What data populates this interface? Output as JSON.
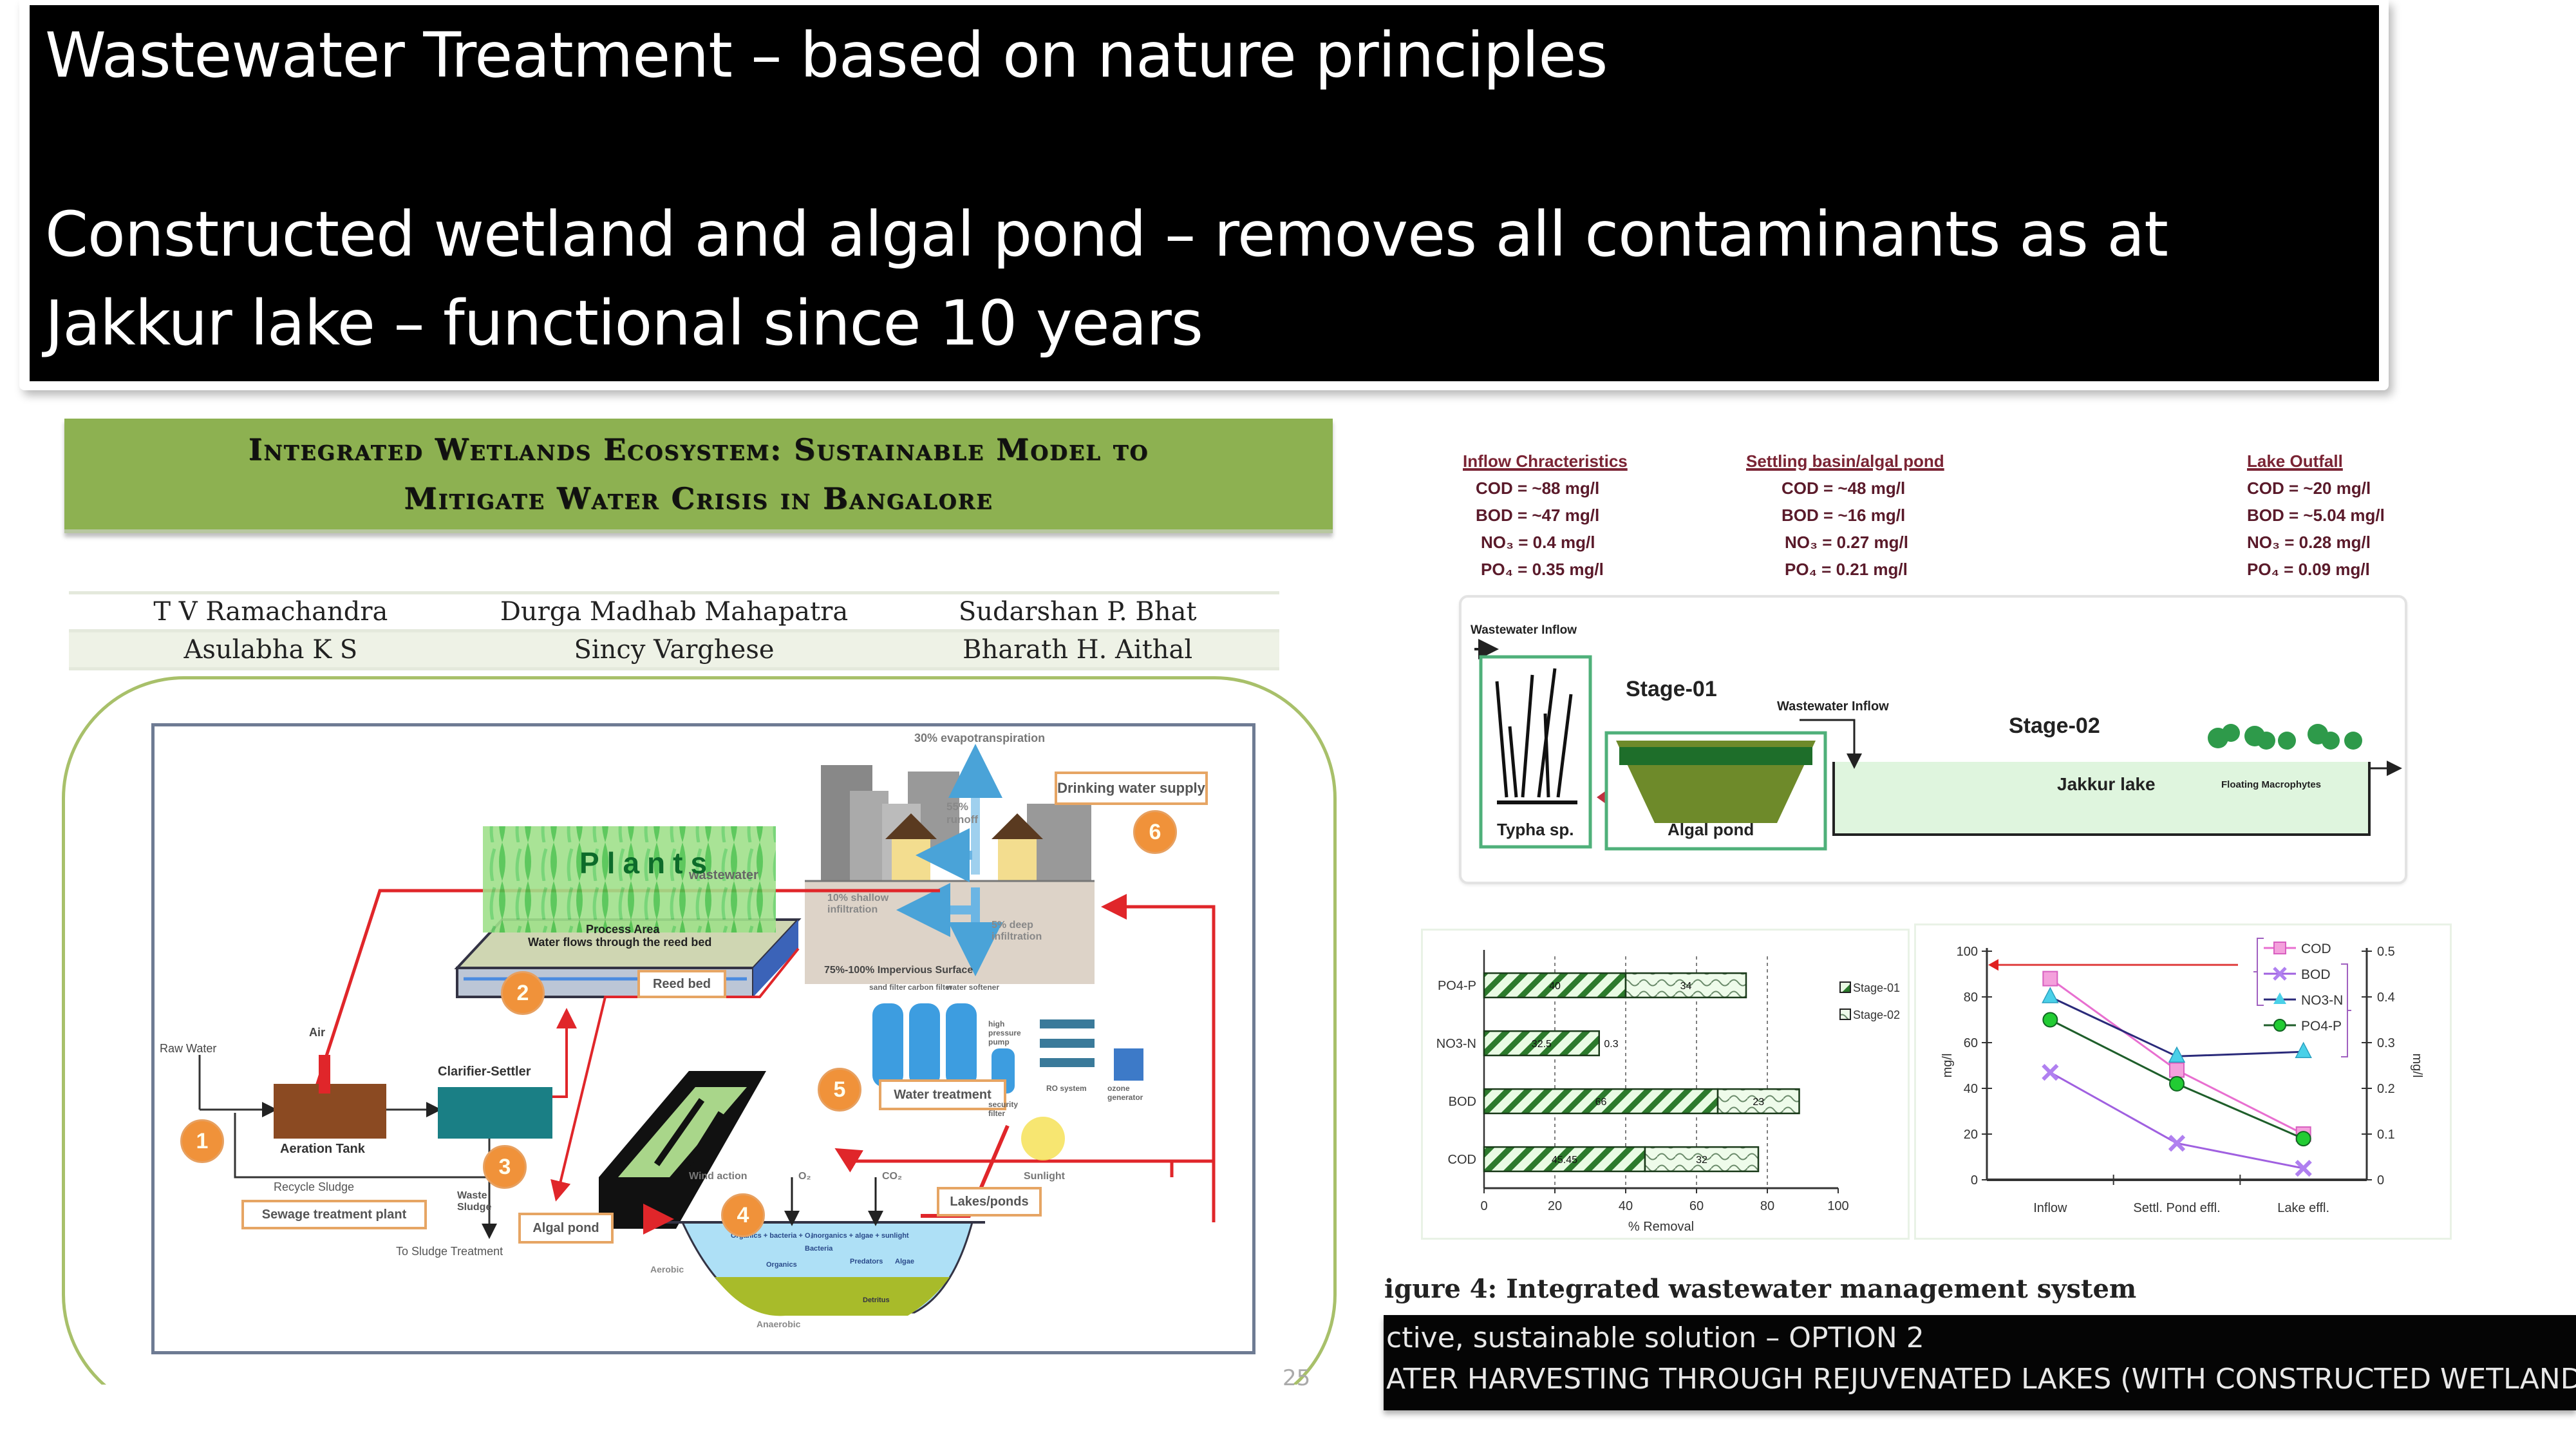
{
  "header": {
    "line1": "Wastewater Treatment – based on nature principles",
    "line2": "Constructed wetland and algal pond – removes all contaminants as at",
    "line3": "Jakkur lake – functional since 10 years"
  },
  "paper": {
    "title_line1": "Integrated Wetlands Ecosystem: Sustainable Model to",
    "title_line2": "Mitigate Water Crisis in Bangalore",
    "authors": [
      [
        "T V Ramachandra",
        "Durga Madhab Mahapatra",
        "Sudarshan P. Bhat"
      ],
      [
        "Asulabha K S",
        "Sincy Varghese",
        "Bharath H. Aithal"
      ]
    ],
    "slide_number": "25"
  },
  "diagram": {
    "labels": {
      "evapo": "30% evapotranspiration",
      "runoff": "55% runoff",
      "shallow": "10% shallow infiltration",
      "deep": "5% deep infiltration",
      "impervious": "75%-100% Impervious Surface",
      "wastewater": "wastewater",
      "plants": "Plants",
      "process_area": "Process Area",
      "flows": "Water flows through the reed bed",
      "raw_water": "Raw Water",
      "air": "Air",
      "aeration": "Aeration Tank",
      "clarifier": "Clarifier-Settler",
      "recycle": "Recycle Sludge",
      "waste_sludge": "Waste Sludge",
      "to_sludge": "To Sludge Treatment",
      "wind": "Wind action",
      "o2": "O₂",
      "co2": "CO₂",
      "sunlight": "Sunlight",
      "aerobic": "Aerobic",
      "anaerobic": "Anaerobic",
      "organics": "Organics + bacteria + O₂",
      "inorganics": "Inorganics + algae + sunlight",
      "bacteria": "Bacteria",
      "predators": "Predators",
      "algae": "Algae",
      "organics2": "Organics",
      "detritus": "Detritus",
      "sand_filter": "sand filter",
      "carbon_filter": "carbon filter",
      "softener": "water softener",
      "hp_pump": "high pressure pump",
      "security_filter": "security filter",
      "ro_system": "RO system",
      "ozone": "ozone generator"
    },
    "boxes": {
      "drinking": "Drinking water supply",
      "reed_bed": "Reed bed",
      "sewage": "Sewage treatment plant",
      "algal_pond": "Algal pond",
      "water_treatment": "Water treatment",
      "lakes": "Lakes/ponds"
    },
    "steps": [
      "1",
      "2",
      "3",
      "4",
      "5",
      "6"
    ]
  },
  "quality": {
    "inflow": {
      "title": "Inflow Chracteristics",
      "cod": "COD = ~88 mg/l",
      "bod": "BOD = ~47 mg/l",
      "no3": "NO₃ = 0.4 mg/l",
      "po4": "PO₄ = 0.35 mg/l"
    },
    "settling": {
      "title": "Settling basin/algal pond",
      "cod": "COD = ~48 mg/l",
      "bod": "BOD = ~16 mg/l",
      "no3": "NO₃ = 0.27 mg/l",
      "po4": "PO₄ = 0.21 mg/l"
    },
    "outfall": {
      "title": "Lake Outfall",
      "cod": "COD = ~20 mg/l",
      "bod": "BOD = ~5.04 mg/l",
      "no3": "NO₃ = 0.28 mg/l",
      "po4": "PO₄ = 0.09 mg/l"
    }
  },
  "stages": {
    "wastewater_inflow_1": "Wastewater Inflow",
    "wastewater_inflow_2": "Wastewater Inflow",
    "stage1": "Stage-01",
    "stage2": "Stage-02",
    "typha": "Typha sp.",
    "algal_pond": "Algal pond",
    "jakkur": "Jakkur lake",
    "macrophytes": "Floating Macrophytes"
  },
  "chart_data": [
    {
      "type": "bar",
      "stacked": true,
      "orientation": "horizontal",
      "categories": [
        "COD",
        "BOD",
        "NO3-N",
        "PO4-P"
      ],
      "series": [
        {
          "name": "Stage-01",
          "values": [
            45.45,
            66,
            32.5,
            40
          ]
        },
        {
          "name": "Stage-02",
          "values": [
            32,
            23,
            0.3,
            34
          ]
        }
      ],
      "value_labels": {
        "Stage-01": [
          "45.45",
          "66",
          "32.5",
          "40"
        ],
        "Stage-02": [
          "32",
          "23",
          "0.3",
          "34"
        ]
      },
      "xlabel": "% Removal",
      "xlim": [
        0,
        100
      ],
      "xticks": [
        "0",
        "20",
        "40",
        "60",
        "80",
        "100"
      ],
      "grid": true,
      "legend": "right"
    },
    {
      "type": "line",
      "x": [
        "Inflow",
        "Settl. Pond effl.",
        "Lake effl."
      ],
      "series": [
        {
          "name": "COD",
          "axis": "left",
          "values": [
            88,
            48,
            20
          ],
          "color": "#e86fd0",
          "marker": "square"
        },
        {
          "name": "BOD",
          "axis": "left",
          "values": [
            47,
            16,
            5.04
          ],
          "color": "#a060e0",
          "marker": "x"
        },
        {
          "name": "NO3-N",
          "axis": "right",
          "values": [
            0.4,
            0.27,
            0.28
          ],
          "color": "#2a2a7a",
          "marker": "triangle"
        },
        {
          "name": "PO4-P",
          "axis": "right",
          "values": [
            0.35,
            0.21,
            0.09
          ],
          "color": "#1e5e2a",
          "marker": "circle"
        }
      ],
      "ylabel": "mg/l",
      "ylim": [
        0,
        100
      ],
      "yticks": [
        "0",
        "20",
        "40",
        "60",
        "80",
        "100"
      ],
      "y2label": "mg/l",
      "y2lim": [
        0,
        0.5
      ],
      "y2ticks": [
        "0",
        "0.1",
        "0.2",
        "0.3",
        "0.4",
        "0.5"
      ],
      "legend": "top-right"
    }
  ],
  "caption": "igure 4: Integrated wastewater management system",
  "bottom_bar": {
    "line1": "ctive, sustainable solution –  OPTION 2",
    "line2": "ATER HARVESTING THROUGH REJUVENATED LAKES (WITH CONSTRUCTED WETLANDS)"
  },
  "colors": {
    "banner_green": "#8db151",
    "flow_red": "#e0262a",
    "step_orange": "#f0923a",
    "bar_green": "#2c7a2c"
  }
}
